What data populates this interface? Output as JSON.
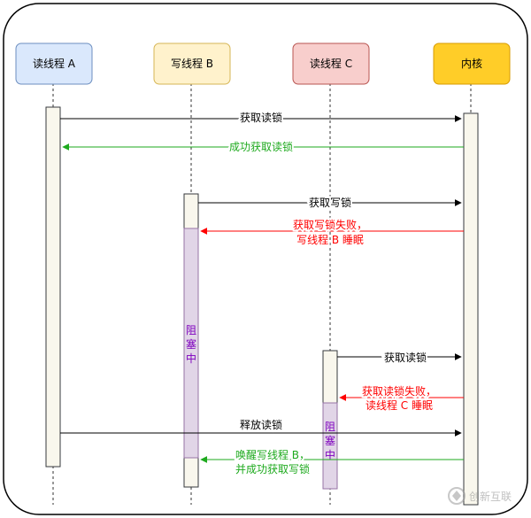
{
  "participants": [
    {
      "id": "reader-a",
      "label": "读线程 A",
      "fill": "#dae8fc",
      "stroke": "#6c8ebf"
    },
    {
      "id": "writer-b",
      "label": "写线程 B",
      "fill": "#fff2cc",
      "stroke": "#d6b656"
    },
    {
      "id": "reader-c",
      "label": "读线程 C",
      "fill": "#f8cecc",
      "stroke": "#b85450"
    },
    {
      "id": "kernel",
      "label": "内核",
      "fill": "#ffcd28",
      "stroke": "#d79b00"
    }
  ],
  "messages": [
    {
      "id": "a-acquire-read",
      "lines": [
        "获取读锁"
      ],
      "color": "#000000"
    },
    {
      "id": "a-read-granted",
      "lines": [
        "成功获取读锁"
      ],
      "color": "#1eaa1e"
    },
    {
      "id": "b-acquire-write",
      "lines": [
        "获取写锁"
      ],
      "color": "#000000"
    },
    {
      "id": "b-write-failed",
      "lines": [
        "获取写锁失败，",
        "写线程 B 睡眠"
      ],
      "color": "#ff0000"
    },
    {
      "id": "c-acquire-read",
      "lines": [
        "获取读锁"
      ],
      "color": "#000000"
    },
    {
      "id": "c-read-failed",
      "lines": [
        "获取读锁失败，",
        "读线程 C 睡眠"
      ],
      "color": "#ff0000"
    },
    {
      "id": "a-release-read",
      "lines": [
        "释放读锁"
      ],
      "color": "#000000"
    },
    {
      "id": "b-woken-write-granted",
      "lines": [
        "唤醒写线程 B，",
        "并成功获取写锁"
      ],
      "color": "#1eaa1e"
    }
  ],
  "blocked_label": "阻塞中",
  "colors": {
    "activation_fill": "#f9f7ed",
    "activation_stroke": "#36393d",
    "blocked_fill": "#e1d5e7",
    "blocked_stroke": "#9673a6",
    "blocked_text": "#7f00bf"
  },
  "watermark": {
    "icon": "chuangxin-logo-icon",
    "text": "创新互联"
  }
}
